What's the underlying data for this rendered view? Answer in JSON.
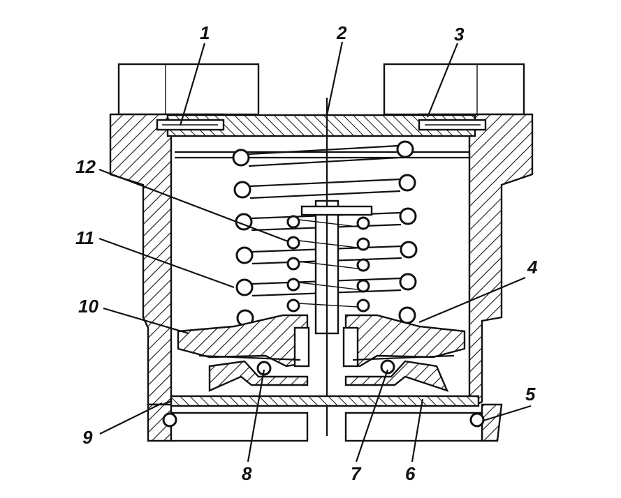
{
  "diagram": {
    "callouts": [
      {
        "id": "1",
        "text": "1"
      },
      {
        "id": "2",
        "text": "2"
      },
      {
        "id": "3",
        "text": "3"
      },
      {
        "id": "4",
        "text": "4"
      },
      {
        "id": "5",
        "text": "5"
      },
      {
        "id": "6",
        "text": "6"
      },
      {
        "id": "7",
        "text": "7"
      },
      {
        "id": "8",
        "text": "8"
      },
      {
        "id": "9",
        "text": "9"
      },
      {
        "id": "10",
        "text": "10"
      },
      {
        "id": "11",
        "text": "11"
      },
      {
        "id": "12",
        "text": "12"
      }
    ]
  },
  "colors": {
    "ink": "#111111",
    "paper": "#ffffff"
  }
}
